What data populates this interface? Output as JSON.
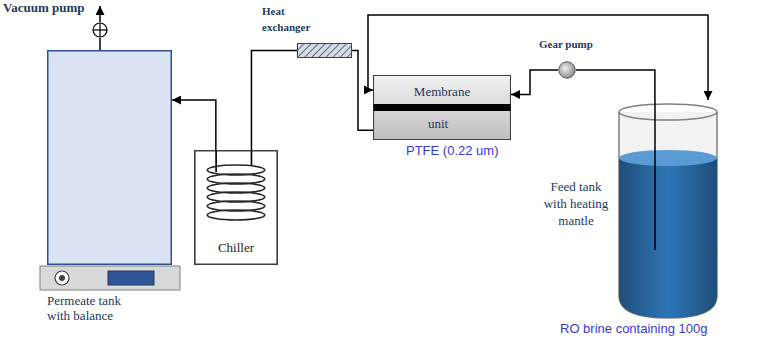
{
  "diagram": {
    "nodes": [
      {
        "text": [
          "Vacuum pump"
        ]
      },
      {
        "text": [
          "Heat exchanger"
        ]
      },
      {
        "text": [
          "Gear pump"
        ]
      },
      {
        "text": [
          "Membrane",
          "unit",
          "PTFE (0.22 um)"
        ]
      },
      {
        "text": [
          "Permeate tank with balance"
        ]
      },
      {
        "text": [
          "Chiller"
        ]
      },
      {
        "text": [
          "Feed tank with heating mantle",
          "RO brine containing 100g"
        ]
      }
    ],
    "edges": [
      {
        "from": 2,
        "to": 3,
        "arrow": "to"
      },
      {
        "from": 6,
        "to": 2,
        "arrow": "none"
      },
      {
        "from": 3,
        "to": 6,
        "arrow": "both"
      },
      {
        "from": 3,
        "to": 1,
        "arrow": "none"
      },
      {
        "from": 1,
        "to": 5,
        "arrow": "none"
      },
      {
        "from": 5,
        "to": 4,
        "arrow": "to"
      },
      {
        "from": 4,
        "to": 0,
        "arrow": "none"
      }
    ]
  }
}
